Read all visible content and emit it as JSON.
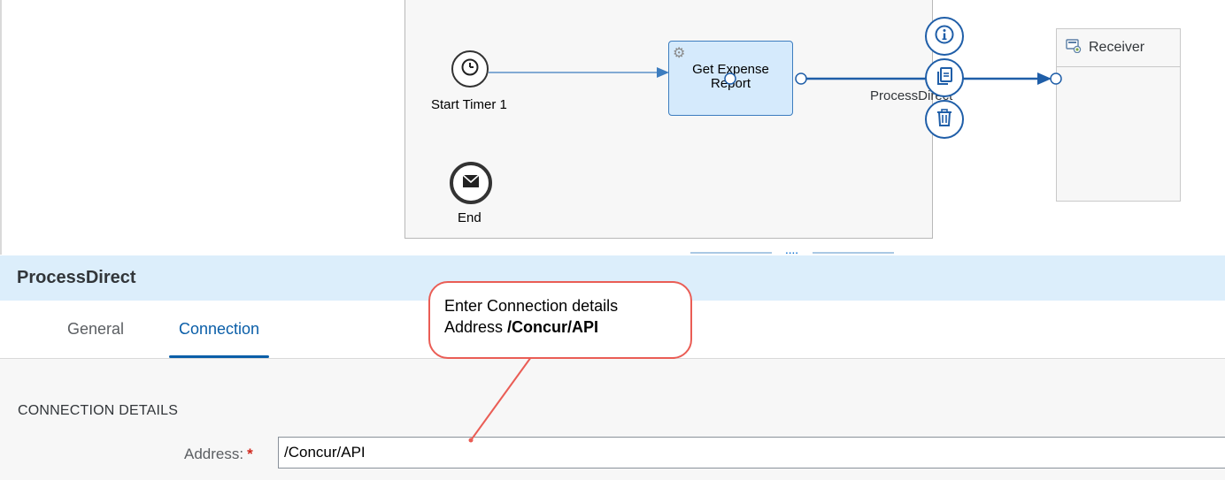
{
  "canvas": {
    "start_event_label": "Start Timer 1",
    "end_event_label": "End",
    "task_label": "Get Expense\nReport",
    "channel_label": "ProcessDirect",
    "receiver_label": "Receiver",
    "icons": {
      "start": "clock-icon",
      "end": "envelope-icon",
      "task": "gear-icon",
      "receiver": "receiver-system-icon",
      "info": "info-icon",
      "copy": "copy-icon",
      "delete": "trash-icon"
    },
    "colors": {
      "flow": "#3d7dbf",
      "task_fill": "#d5eafc",
      "accent": "#1f5ea8"
    }
  },
  "panel": {
    "title": "ProcessDirect",
    "tabs": [
      {
        "label": "General",
        "selected": false
      },
      {
        "label": "Connection",
        "selected": true
      }
    ],
    "section_title": "CONNECTION DETAILS",
    "address": {
      "label": "Address:",
      "required_mark": "*",
      "value": "/Concur/API"
    }
  },
  "callout": {
    "line1": "Enter Connection details",
    "line2_prefix": "Address ",
    "line2_bold": "/Concur/API",
    "border_color": "#ea5d55"
  }
}
